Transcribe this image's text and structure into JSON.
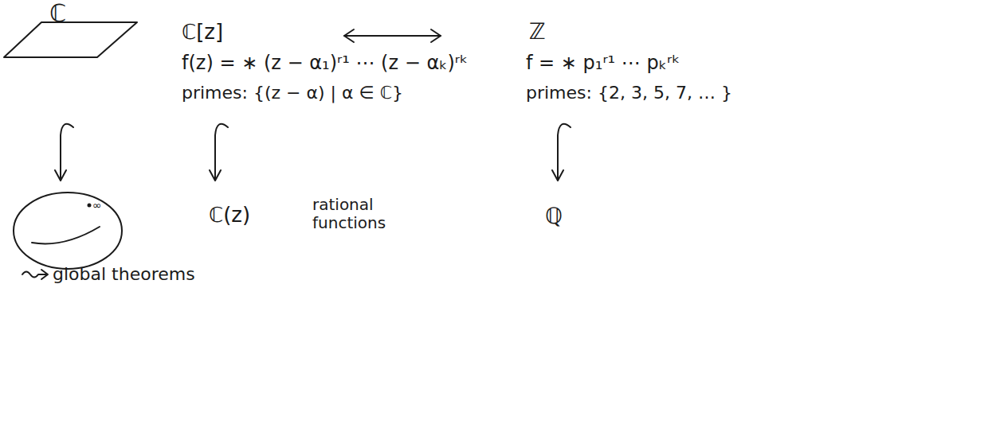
{
  "diagram": {
    "labels": [
      "ℂ",
      "ℂ[z]",
      "ℤ",
      "f(z) = ∗ (z − α₁)ʳ¹ ⋯ (z − αₖ)ʳᵏ",
      "f = ∗ p₁ʳ¹ ⋯ pₖʳᵏ",
      "primes: {(z − α) | α ∈ ℂ}",
      "primes: {2, 3, 5, 7, … }",
      "∞",
      "ℂ(z)",
      "rational functions",
      "ℚ",
      "global theorems"
    ]
  }
}
